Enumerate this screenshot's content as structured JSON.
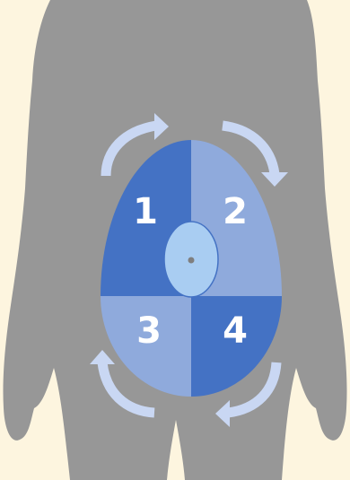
{
  "colors": {
    "background": "#fdf5df",
    "silhouette": "#979797",
    "quadrant_dark": "#4472c4",
    "quadrant_light": "#8faadc",
    "navel": "#a9cdf2",
    "navel_dot": "#7f7f7f",
    "arrows": "#c9d7f3",
    "label": "#ffffff"
  },
  "quadrants": [
    {
      "label": "1"
    },
    {
      "label": "2"
    },
    {
      "label": "3"
    },
    {
      "label": "4"
    }
  ],
  "icons": [
    "torso-silhouette",
    "curved-arrow-icon",
    "navel-icon"
  ]
}
